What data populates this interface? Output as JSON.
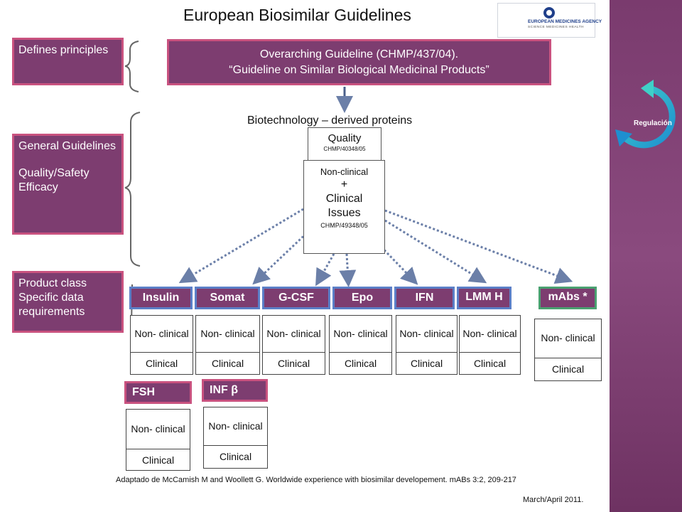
{
  "title": "European Biosimilar Guidelines",
  "logo": {
    "name": "EUROPEAN MEDICINES AGENCY",
    "tagline": "SCIENCE MEDICINES HEALTH",
    "brand_color": "#1f3f8a"
  },
  "left_labels": {
    "principles": "Defines principles",
    "general_line1": "General Guidelines",
    "general_line2": "Quality/Safety Efficacy",
    "product_class": "Product class Specific data requirements"
  },
  "overarching": {
    "line1": "Overarching Guideline (CHMP/437/04).",
    "line2": "“Guideline on Similar Biological Medicinal Products”"
  },
  "biotech_label": "Biotechnology – derived proteins",
  "quality": {
    "label": "Quality",
    "ref": "CHMP/40348/05"
  },
  "nonclinical_block": {
    "line1": "Non-clinical",
    "line2": "+",
    "line3": "Clinical",
    "line4": "Issues",
    "ref": "CHMP/49348/05"
  },
  "products": [
    {
      "label": "Insulin",
      "nonclinical": "Non- clinical",
      "clinical": "Clinical"
    },
    {
      "label": "Somat",
      "nonclinical": "Non- clinical",
      "clinical": "Clinical"
    },
    {
      "label": "G-CSF",
      "nonclinical": "Non- clinical",
      "clinical": "Clinical"
    },
    {
      "label": "Epo",
      "nonclinical": "Non- clinical",
      "clinical": "Clinical"
    },
    {
      "label": "IFN",
      "nonclinical": "Non- clinical",
      "clinical": "Clinical"
    },
    {
      "label": "LMM H",
      "nonclinical": "Non- clinical",
      "clinical": "Clinical"
    },
    {
      "label": "mAbs *",
      "nonclinical": "Non- clinical",
      "clinical": "Clinical"
    }
  ],
  "extra_products": [
    {
      "label": "FSH",
      "nonclinical": "Non- clinical",
      "clinical": "Clinical"
    },
    {
      "label": "INF β",
      "nonclinical": "Non- clinical",
      "clinical": "Clinical"
    }
  ],
  "citation_line1": "Adaptado de McCamish M and Woollett G. Worldwide experience with biosimilar developement. mABs 3:2, 209-217",
  "citation_line2": "March/April 2011.",
  "sidebar": {
    "badge_label": "Regulación"
  },
  "colors": {
    "purple": "#7d3d70",
    "pink_border": "#c9527f",
    "blue_border": "#5b7fc7",
    "sidebar": "#7a3b6e"
  }
}
